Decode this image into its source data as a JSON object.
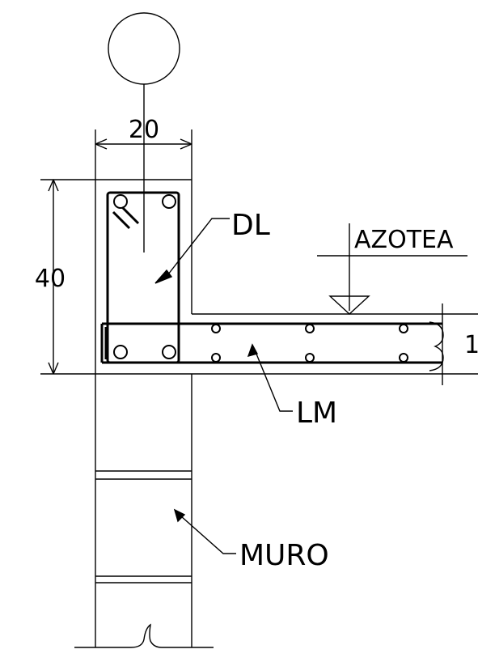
{
  "labels": {
    "axis_marker": "",
    "width_dim": "20",
    "height_dim": "40",
    "beam_label": "DL",
    "slab_label": "LM",
    "roof_label": "AZOTEA",
    "wall_label": "MURO",
    "slab_thickness_dim": "1"
  },
  "colors": {
    "line": "#000000",
    "background": "#ffffff"
  }
}
